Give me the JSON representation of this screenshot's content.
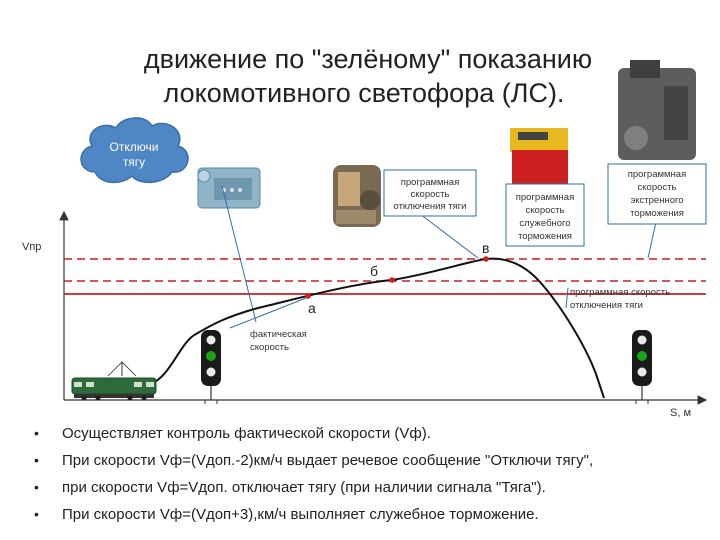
{
  "title": {
    "line1": "движение по \"зелёному\" показанию",
    "line2": "локомотивного светофора (ЛС)."
  },
  "cloud": {
    "line1": "Отключи",
    "line2": "тягу"
  },
  "callouts": {
    "traction_off": [
      "программная",
      "скорость",
      "отключения тяги"
    ],
    "service_brake": [
      "программная",
      "скорость",
      "служебного",
      "торможения"
    ],
    "emergency_brake": [
      "программная",
      "скорость",
      "экстренного",
      "торможения"
    ],
    "actual_speed": [
      "фактическая",
      "скорость"
    ],
    "right_traction_off": [
      "программная скорость",
      "отключения тяги"
    ]
  },
  "axis": {
    "y_label": "Vпр",
    "x_label": "S, м"
  },
  "points": {
    "a": "а",
    "b": "б",
    "v": "в"
  },
  "colors": {
    "red": "#cc1f1f",
    "callout_border": "#2e6fa8",
    "cloud": "#4f86c6",
    "signal_green": "#18a418"
  },
  "bullets": [
    "Осуществляет контроль фактической скорости (Vф).",
    "При скорости Vф=(Vдоп.-2)км/ч выдает речевое сообщение \"Отключи тягу\",",
    "при скорости Vф=Vдоп. отключает тягу (при наличии сигнала \"Тяга\").",
    "При скорости Vф=(Vдоп+3),км/ч выполняет служебное торможение."
  ],
  "icons": [
    "locomotive-icon",
    "signal-icon",
    "device-icon"
  ]
}
